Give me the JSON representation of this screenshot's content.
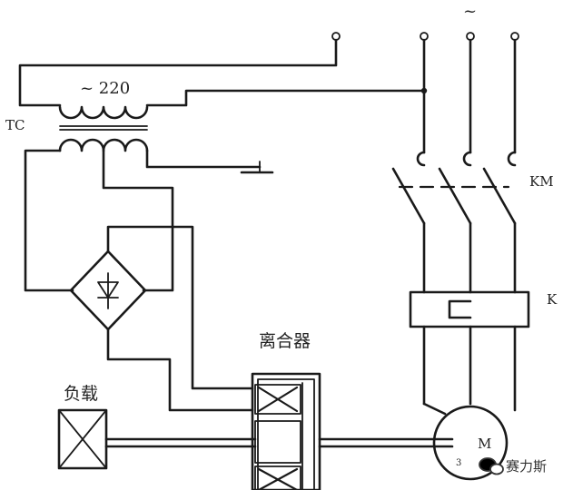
{
  "diagram": {
    "labels": {
      "ac_symbol_top": "~",
      "transformer_voltage": "~ 220",
      "transformer_name": "TC",
      "contactor": "KM",
      "relay": "K",
      "clutch": "离合器",
      "load": "负载",
      "motor": "M",
      "motor_phase": "3"
    },
    "watermark": {
      "text": "赛力斯",
      "icon": "wechat-bubble-icon"
    },
    "colors": {
      "line": "#1a1a1a",
      "background": "#ffffff"
    }
  }
}
